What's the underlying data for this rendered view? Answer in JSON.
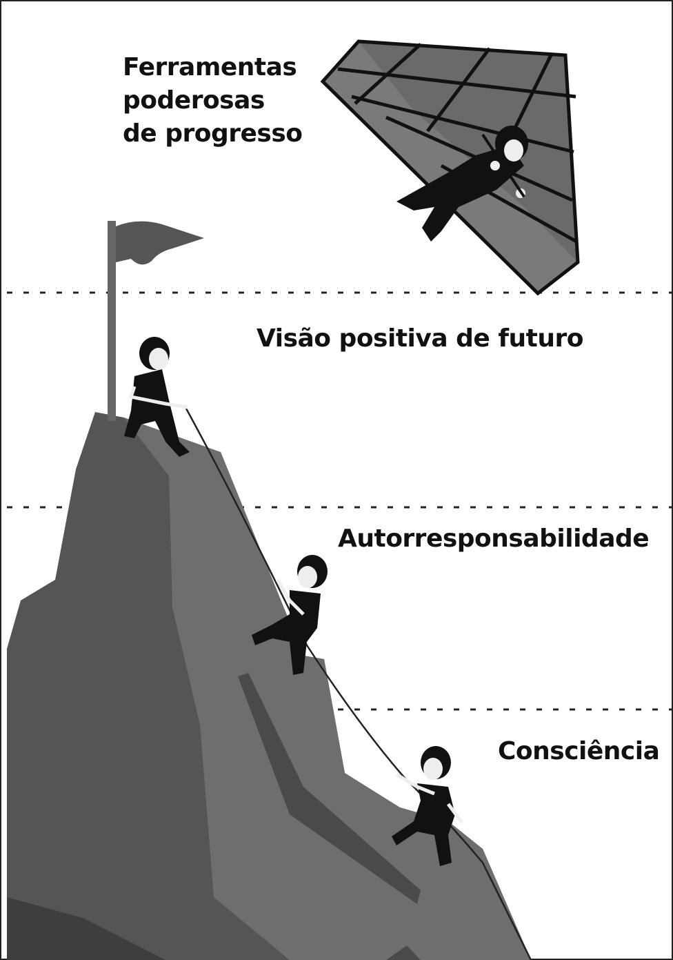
{
  "title": {
    "lines": [
      "Ferramentas",
      "poderosas",
      "de progresso"
    ]
  },
  "levels": [
    {
      "label": "Visão positiva de futuro"
    },
    {
      "label": "Autorresponsabilidade"
    },
    {
      "label": "Consciência"
    }
  ],
  "colors": {
    "background": "#ffffff",
    "mountain_dark": "#4f4f4f",
    "mountain_light": "#6e6e6e",
    "mountain_shadow": "#3c3c3c",
    "wing": "#7a7a7a",
    "wing_dark": "#5e5e5e",
    "figure": "#111111",
    "skin": "#f2f2f2",
    "text": "#111111"
  },
  "icons": [
    "flag-icon",
    "hang-glider-icon",
    "climber-icon",
    "mountain-icon"
  ]
}
